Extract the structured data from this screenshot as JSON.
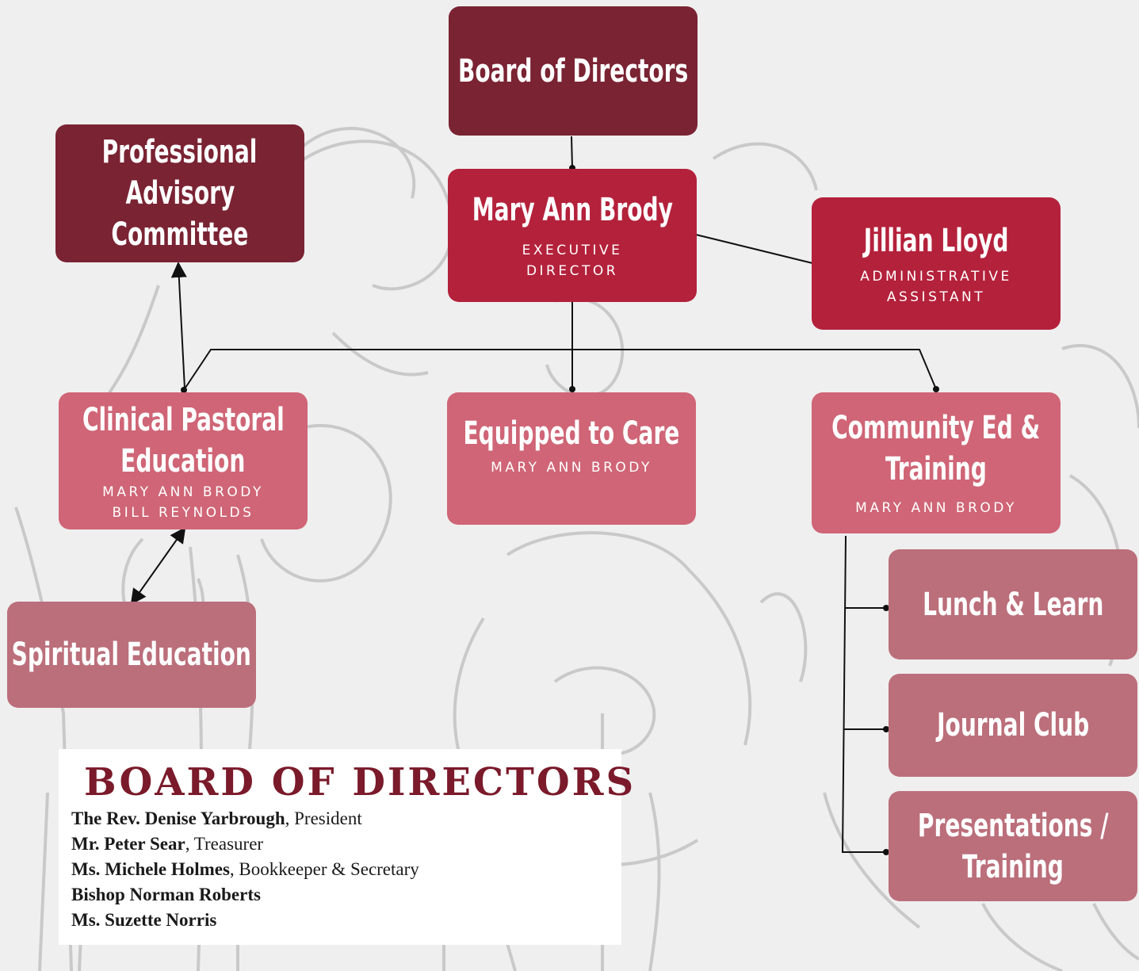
{
  "nodes": {
    "board": {
      "title": "Board of Directors"
    },
    "advisory": {
      "title_lines": [
        "Professional",
        "Advisory",
        "Committee"
      ]
    },
    "exec": {
      "title": "Mary Ann Brody",
      "role_lines": [
        "EXECUTIVE",
        "DIRECTOR"
      ]
    },
    "assistant": {
      "title": "Jillian Lloyd",
      "role_lines": [
        "ADMINISTRATIVE",
        "ASSISTANT"
      ]
    },
    "cpe": {
      "title_lines": [
        "Clinical Pastoral",
        "Education"
      ],
      "people": [
        "MARY ANN BRODY",
        "BILL REYNOLDS"
      ]
    },
    "etc": {
      "title": "Equipped to Care",
      "people": [
        "MARY ANN BRODY"
      ]
    },
    "community": {
      "title_lines": [
        "Community Ed &",
        "Training"
      ],
      "people": [
        "MARY ANN BRODY"
      ]
    },
    "spiritual": {
      "title": "Spiritual Education"
    },
    "lunch": {
      "title": "Lunch & Learn"
    },
    "journal": {
      "title": "Journal Club"
    },
    "presentations": {
      "title_lines": [
        "Presentations /",
        "Training"
      ]
    }
  },
  "board_panel": {
    "heading": "BOARD OF DIRECTORS",
    "members": [
      {
        "name": "The Rev. Denise Yarbrough",
        "role": ", President"
      },
      {
        "name": "Mr. Peter Sear",
        "role": ", Treasurer"
      },
      {
        "name": "Ms. Michele Holmes",
        "role": ", Bookkeeper & Secretary"
      },
      {
        "name": "Bishop Norman Roberts",
        "role": ""
      },
      {
        "name": "Ms. Suzette Norris",
        "role": ""
      }
    ]
  },
  "colors": {
    "background": "#efefef",
    "dark_maroon": "#7a2333",
    "crimson": "#b4213b",
    "rose": "#cf6576",
    "mauve": "#bb6f7b",
    "heading_red": "#7a1a2a"
  }
}
